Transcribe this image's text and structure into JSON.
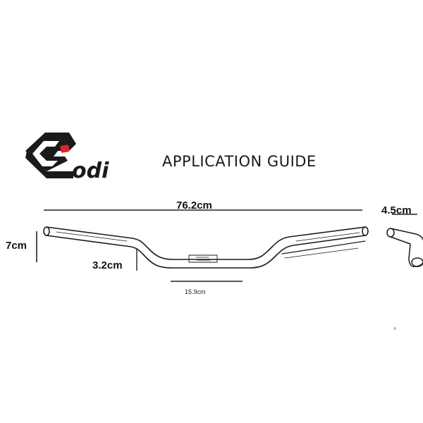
{
  "logo": {
    "wordmark": "odi",
    "accent_color": "#e0242c",
    "ink_color": "#1a1a1a"
  },
  "header": {
    "title": "APPLICATION GUIDE"
  },
  "dimensions": {
    "width_label": "76.2cm",
    "height_label": "7cm",
    "rise_label": "3.2cm",
    "center_label": "15.9cm",
    "sweep_label": "4.5cm"
  }
}
